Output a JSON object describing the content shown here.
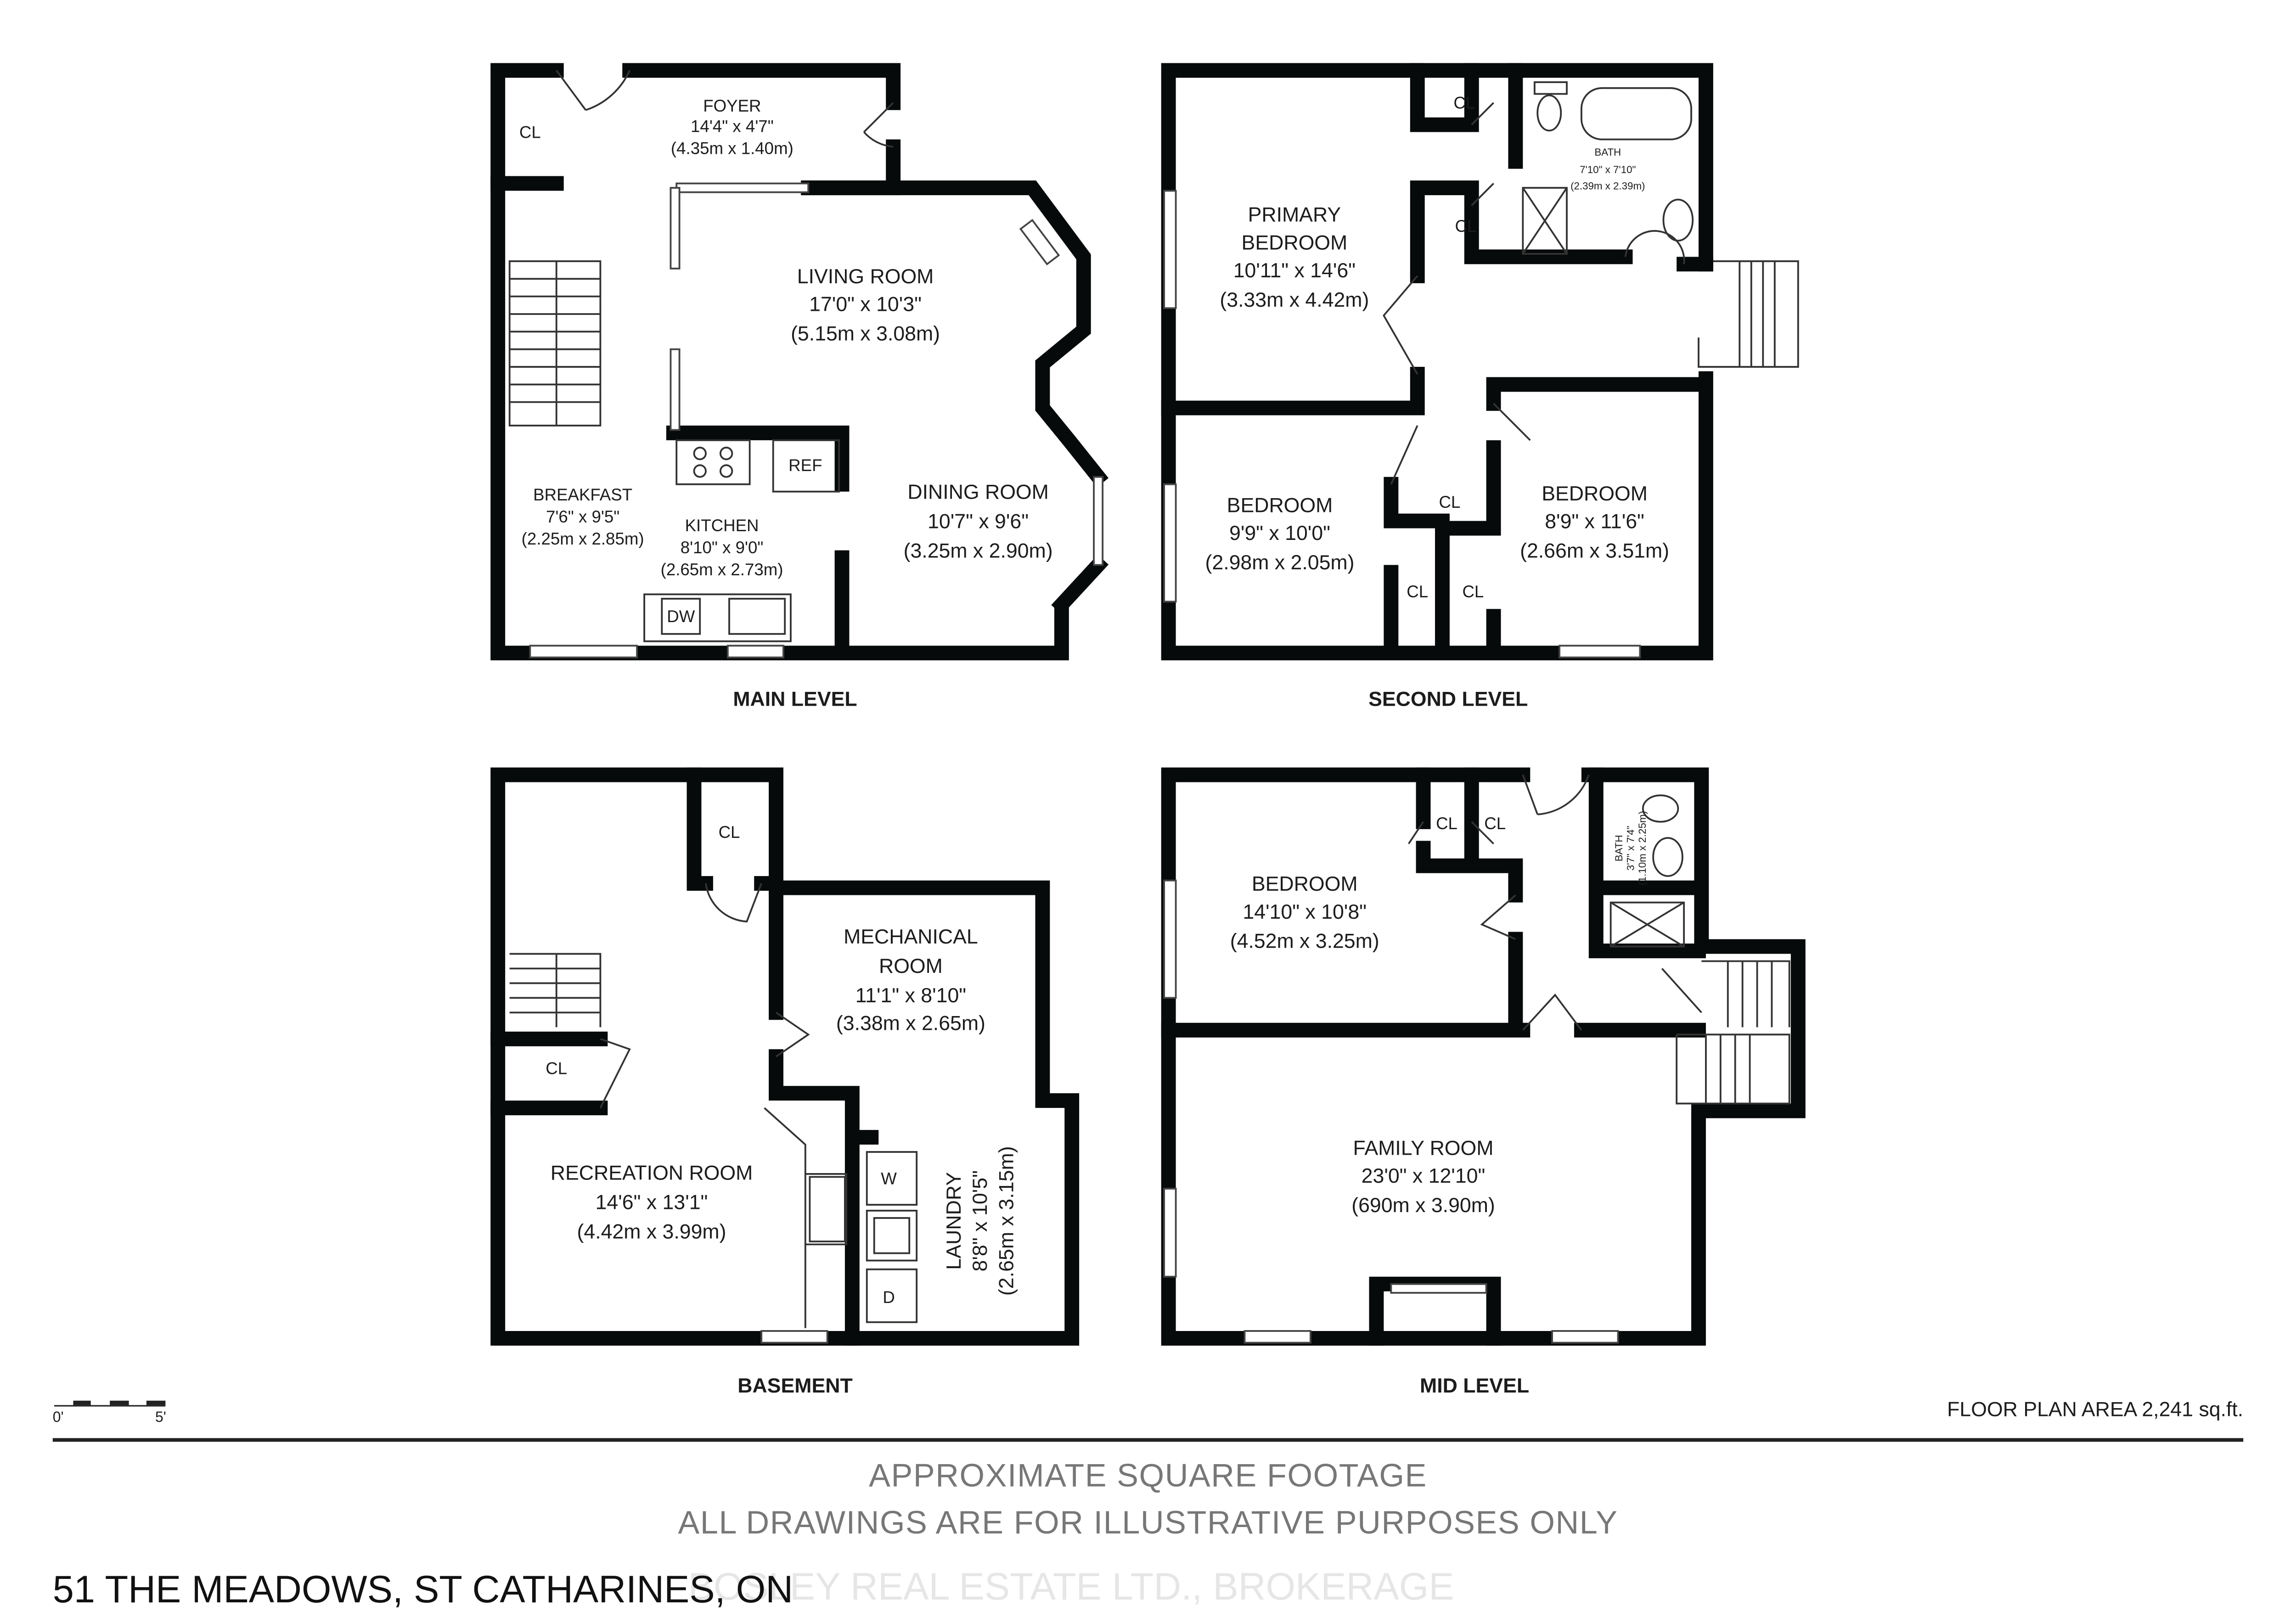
{
  "levels": {
    "main": {
      "title": "MAIN LEVEL",
      "rooms": [
        {
          "name": "FOYER",
          "imperial": "14'4\" x 4'7\"",
          "metric": "(4.35m x 1.40m)"
        },
        {
          "name": "LIVING ROOM",
          "imperial": "17'0\" x 10'3\"",
          "metric": "(5.15m x 3.08m)"
        },
        {
          "name": "BREAKFAST",
          "imperial": "7'6\" x 9'5\"",
          "metric": "(2.25m x 2.85m)"
        },
        {
          "name": "KITCHEN",
          "imperial": "8'10\" x 9'0\"",
          "metric": "(2.65m x 2.73m)"
        },
        {
          "name": "DINING ROOM",
          "imperial": "10'7\" x 9'6\"",
          "metric": "(3.25m x 2.90m)"
        }
      ],
      "fixtures": {
        "closet": "CL",
        "fridge": "REF",
        "dishwasher": "DW"
      }
    },
    "second": {
      "title": "SECOND LEVEL",
      "rooms": [
        {
          "name": "PRIMARY",
          "name2": "BEDROOM",
          "imperial": "10'11\" x 14'6\"",
          "metric": "(3.33m x 4.42m)"
        },
        {
          "name": "BATH",
          "imperial": "7'10\" x 7'10\"",
          "metric": "(2.39m x 2.39m)"
        },
        {
          "name": "BEDROOM",
          "imperial": "9'9\" x 10'0\"",
          "metric": "(2.98m x 2.05m)"
        },
        {
          "name": "BEDROOM",
          "imperial": "8'9\" x 11'6\"",
          "metric": "(2.66m x 3.51m)"
        }
      ],
      "fixtures": {
        "closet": "CL"
      }
    },
    "basement": {
      "title": "BASEMENT",
      "rooms": [
        {
          "name": "MECHANICAL",
          "name2": "ROOM",
          "imperial": "11'1\" x 8'10\"",
          "metric": "(3.38m x 2.65m)"
        },
        {
          "name": "RECREATION ROOM",
          "imperial": "14'6\" x 13'1\"",
          "metric": "(4.42m x 3.99m)"
        },
        {
          "name": "LAUNDRY",
          "imperial": "8'8\" x 10'5\"",
          "metric": "(2.65m x 3.15m)"
        }
      ],
      "fixtures": {
        "closet": "CL",
        "washer": "W",
        "dryer": "D"
      }
    },
    "mid": {
      "title": "MID LEVEL",
      "rooms": [
        {
          "name": "BEDROOM",
          "imperial": "14'10\" x 10'8\"",
          "metric": "(4.52m x 3.25m)"
        },
        {
          "name": "BATH",
          "imperial": "3'7\" x 7'4\"",
          "metric": "(1.10m x 2.25m)"
        },
        {
          "name": "FAMILY ROOM",
          "imperial": "23'0\" x 12'10\"",
          "metric": "(690m x 3.90m)"
        }
      ],
      "fixtures": {
        "closet": "CL"
      }
    }
  },
  "scale": {
    "start": "0'",
    "end": "5'"
  },
  "floor_area": "FLOOR PLAN AREA  2,241 sq.ft.",
  "footer": {
    "line1": "APPROXIMATE SQUARE FOOTAGE",
    "line2": "ALL DRAWINGS ARE FOR ILLUSTRATIVE PURPOSES ONLY",
    "address": "51 THE MEADOWS, ST CATHARINES, ON",
    "watermark": "BOSLEY REAL ESTATE LTD., BROKERAGE"
  }
}
